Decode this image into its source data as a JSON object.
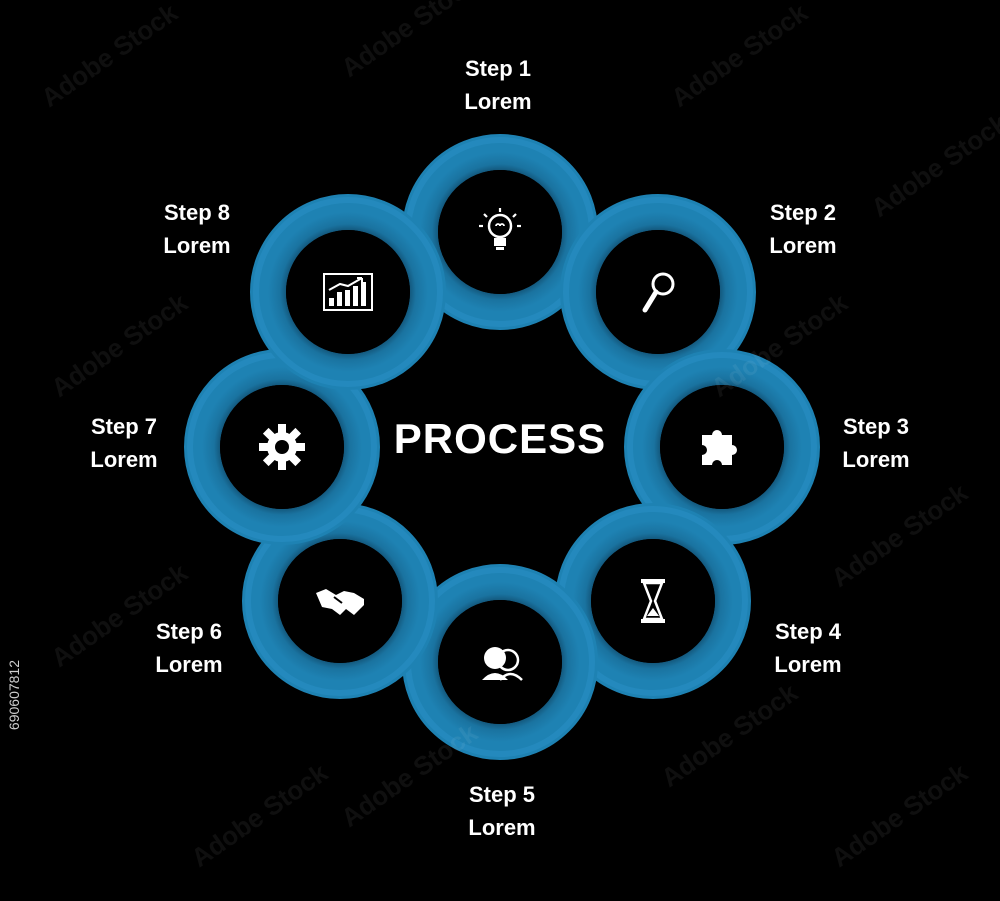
{
  "center_title": "PROCESS",
  "steps": [
    {
      "title": "Step 1",
      "text": "Lorem",
      "icon": "lightbulb-icon"
    },
    {
      "title": "Step 2",
      "text": "Lorem",
      "icon": "magnifier-icon"
    },
    {
      "title": "Step 3",
      "text": "Lorem",
      "icon": "puzzle-icon"
    },
    {
      "title": "Step 4",
      "text": "Lorem",
      "icon": "hourglass-icon"
    },
    {
      "title": "Step 5",
      "text": "Lorem",
      "icon": "people-icon"
    },
    {
      "title": "Step 6",
      "text": "Lorem",
      "icon": "handshake-icon"
    },
    {
      "title": "Step 7",
      "text": "Lorem",
      "icon": "gear-icon"
    },
    {
      "title": "Step 8",
      "text": "Lorem",
      "icon": "growth-chart-icon"
    }
  ],
  "colors": {
    "background": "#000000",
    "ring": "#1a73a0",
    "text": "#ffffff"
  },
  "side_id": "690607812",
  "watermark_text": "Adobe Stock"
}
